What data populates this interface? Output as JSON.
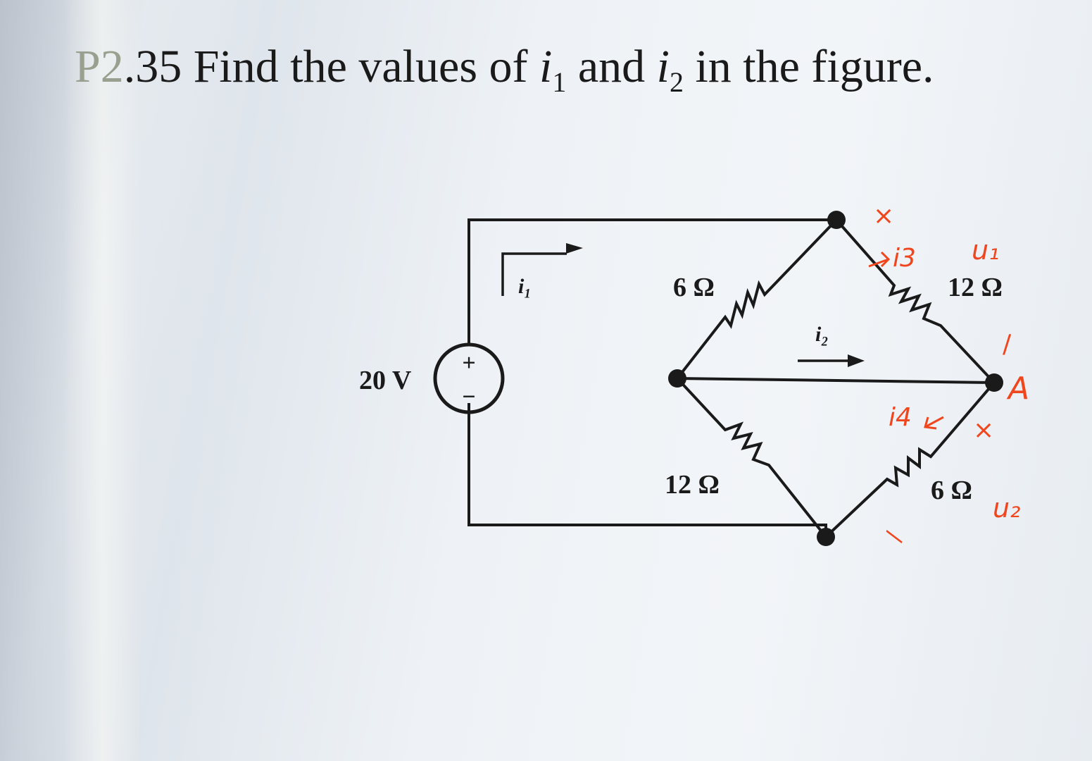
{
  "problem": {
    "number_faded": "P2",
    "number_rest": ".35",
    "text_before": " Find the values of ",
    "i1_var": "i",
    "i1_sub": "1",
    "text_mid": " and ",
    "i2_var": "i",
    "i2_sub": "2",
    "text_after": " in the figure."
  },
  "circuit": {
    "source_label": "20 V",
    "source_plus": "+",
    "source_minus": "−",
    "r_top_left": "6 Ω",
    "r_top_right": "12 Ω",
    "r_bottom_left": "12 Ω",
    "r_bottom_right": "6 Ω",
    "i1_label": "i₁",
    "i2_label": "i₂"
  },
  "annotations": {
    "i3": "i3",
    "u1": "u₁",
    "i4": "i4",
    "u2": "u₂",
    "node_a": "A",
    "x_mark": "×",
    "tick_mark": "/",
    "ink_color": "#f0461e"
  }
}
